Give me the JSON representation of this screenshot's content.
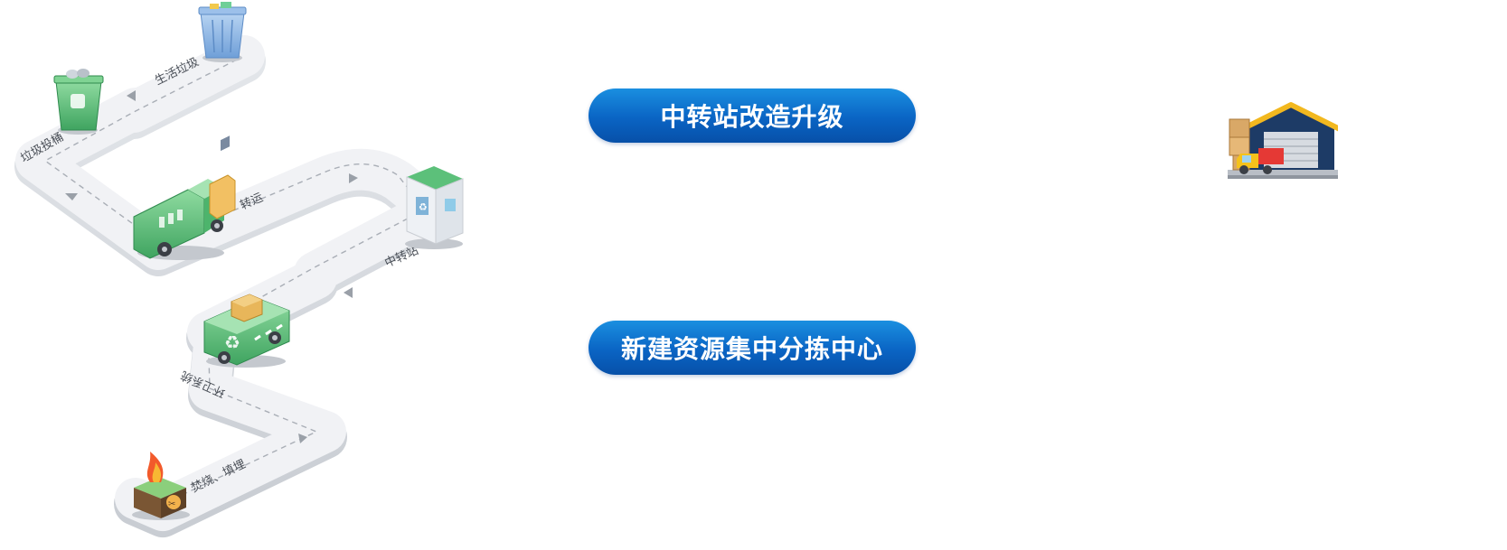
{
  "path": {
    "stations": [
      {
        "name": "generate",
        "label": "生活垃圾"
      },
      {
        "name": "dispose",
        "label": "垃圾投桶"
      },
      {
        "name": "transport",
        "label": "转运"
      },
      {
        "name": "transfer-station",
        "label": "中转站"
      },
      {
        "name": "sanitation",
        "label": "环卫系统"
      },
      {
        "name": "final",
        "label": "焚烧、填埋"
      }
    ]
  },
  "actions": {
    "upgrade_label": "中转站改造升级",
    "new_center_label": "新建资源集中分拣中心"
  },
  "colors": {
    "pill_blue": "#0a64c4",
    "road": "#eef0f3",
    "truck_green": "#5cc07a",
    "bin_blue": "#8fb8e6",
    "bin_green": "#5cc07a",
    "warehouse_navy": "#1d3b66",
    "warehouse_roof": "#f2b81f"
  },
  "icons": [
    "blue-bin-icon",
    "green-bin-icon",
    "garbage-truck-icon",
    "transfer-station-icon",
    "recycling-truck-icon",
    "incinerator-icon",
    "warehouse-icon"
  ]
}
